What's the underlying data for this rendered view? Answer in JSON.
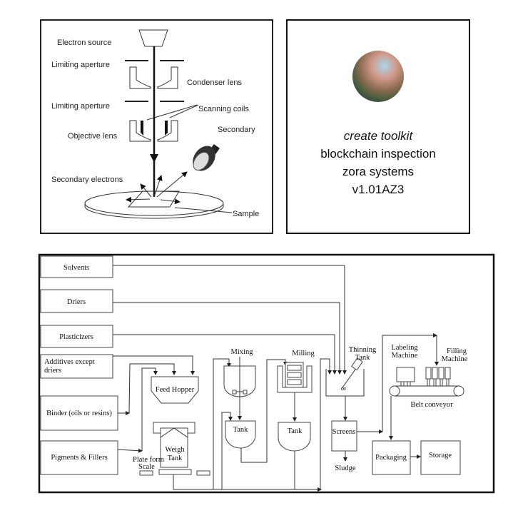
{
  "sem_diagram": {
    "labels": {
      "electron_source": "Electron source",
      "limiting_aperture_1": "Limiting aperture",
      "condenser_lens": "Condenser lens",
      "limiting_aperture_2": "Limiting aperture",
      "scanning_coils": "Scanning coils",
      "secondary": "Secondary",
      "objective_lens": "Objective lens",
      "secondary_electrons": "Secondary electrons",
      "sample": "Sample"
    }
  },
  "title_card": {
    "line1": "create toolkit",
    "line2": "blockchain inspection",
    "line3": "zora systems",
    "line4": "v1.01AZ3"
  },
  "process_diagram": {
    "inputs": {
      "solvents": "Solvents",
      "driers": "Driers",
      "plasticizers": "Plasticizers",
      "additives_1": "Additives  except",
      "additives_2": "driers",
      "binder": "Binder (oils or resins)",
      "pigments": "Pigments & Fillers"
    },
    "units": {
      "feed_hopper": "Feed Hopper",
      "weigh_1": "Weigh",
      "weigh_2": "Tank",
      "plate_1": "Plate form",
      "plate_2": "Scale",
      "mixing": "Mixing",
      "tank_1": "Tank",
      "milling": "Milling",
      "tank_2": "Tank",
      "thinning_1": "Thinning",
      "thinning_2": "Tank",
      "screens": "Screens",
      "sludge": "Sludge",
      "labeling_1": "Labeling",
      "labeling_2": "Machine",
      "filling_1": "Filling",
      "filling_2": "Machine",
      "belt": "Belt conveyor",
      "packaging": "Packaging",
      "storage": "Storage"
    }
  }
}
